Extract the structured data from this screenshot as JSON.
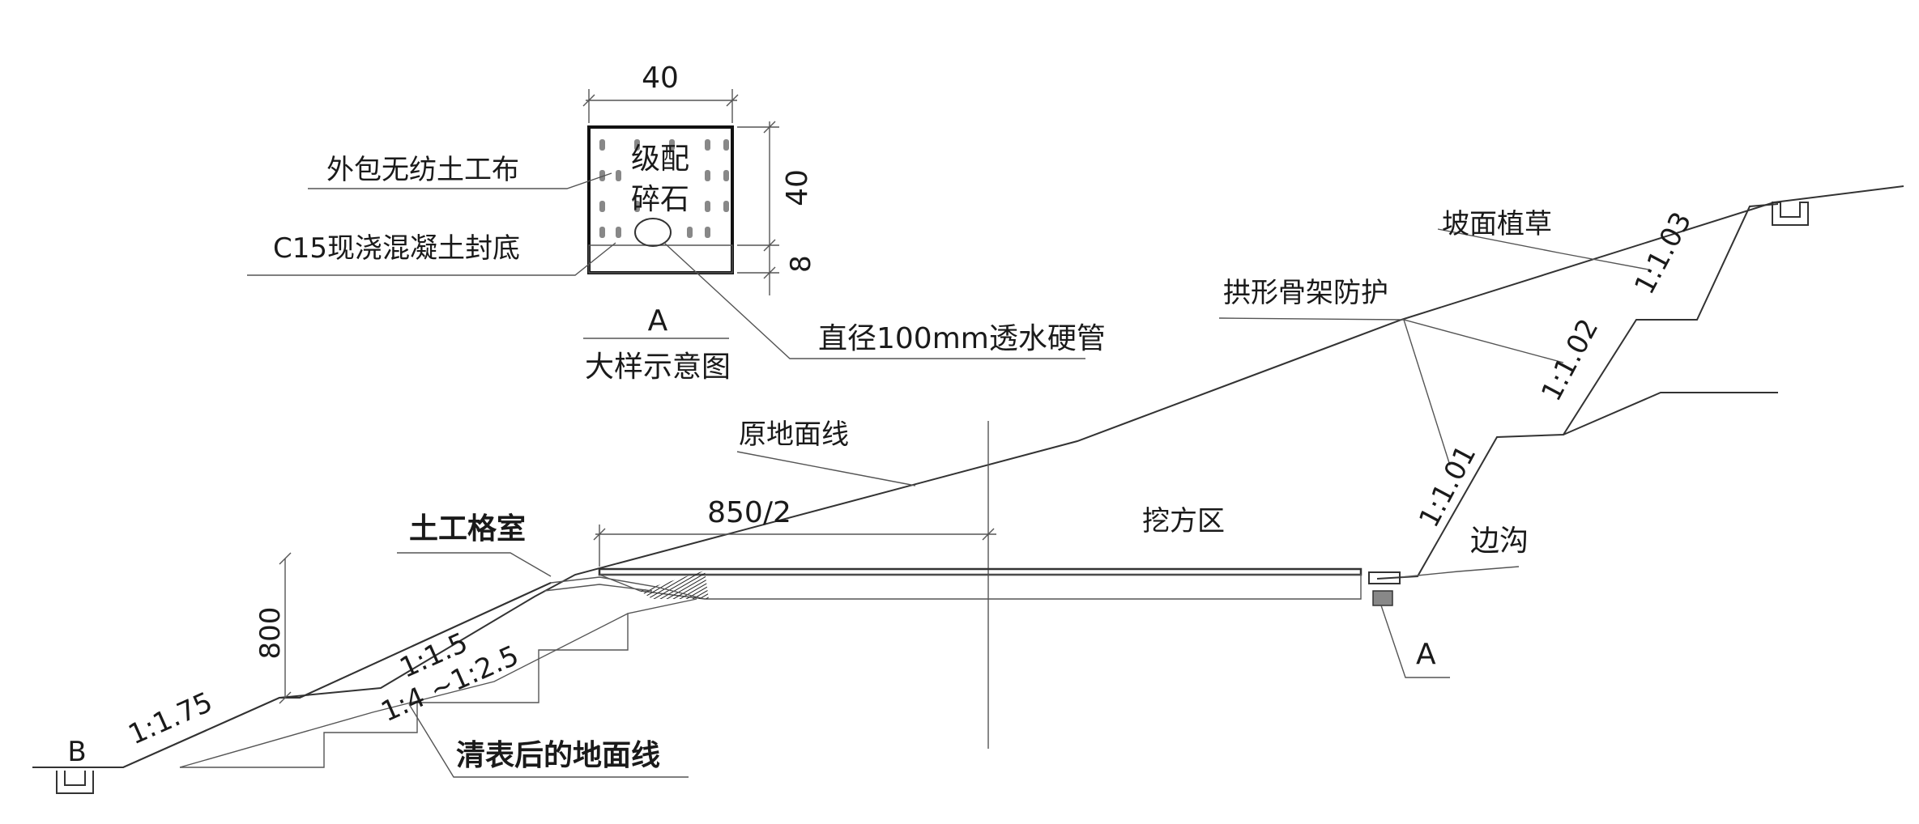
{
  "labels": {
    "detail_width": "40",
    "detail_height": "40",
    "detail_base": "8",
    "graded_gravel_1": "级配",
    "graded_gravel_2": "碎石",
    "geotextile": "外包无纺土工布",
    "concrete_seal": "C15现浇混凝土封底",
    "pipe": "直径100mm透水硬管",
    "detail_mark": "A",
    "detail_title": "大样示意图",
    "slope_grass": "坡面植草",
    "arch_frame": "拱形骨架防护",
    "ratio_103": "1:1.03",
    "ratio_102": "1:1.02",
    "ratio_101": "1:1.01",
    "original_ground": "原地面线",
    "half_width": "850/2",
    "cut_zone": "挖方区",
    "side_ditch": "边沟",
    "section_a": "A",
    "geocell": "土工格室",
    "height_800": "800",
    "ratio_15": "1:1.5",
    "ratio_4_25": "1:4 ~1:2.5",
    "ratio_175": "1:1.75",
    "point_b": "B",
    "cleared_ground": "清表后的地面线"
  },
  "colors": {
    "line": "#333333",
    "hatch": "#777777",
    "text": "#1a1a1a"
  }
}
